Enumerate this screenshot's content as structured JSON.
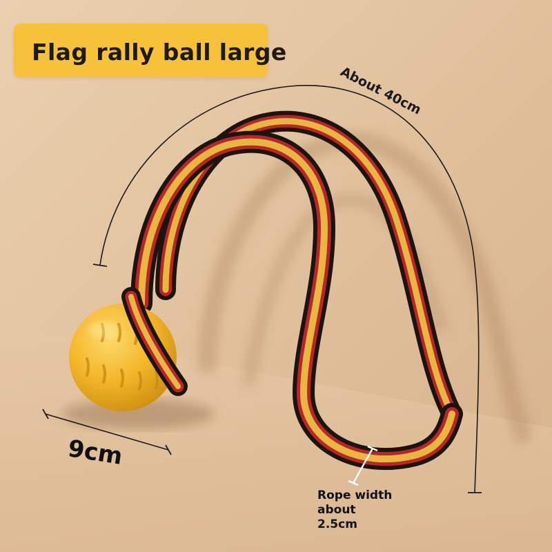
{
  "title": "Flag rally ball large",
  "annotations": {
    "length": "About 40cm",
    "ball_diameter": "9cm",
    "rope_width": "Rope width\nabout\n2.5cm"
  },
  "colors": {
    "banner": "#f7c23a",
    "ball": "#f3b62a",
    "rope_black": "#1b1512",
    "rope_red": "#b8262a",
    "rope_yellow": "#e9b640",
    "background": "#e5c6a2"
  }
}
